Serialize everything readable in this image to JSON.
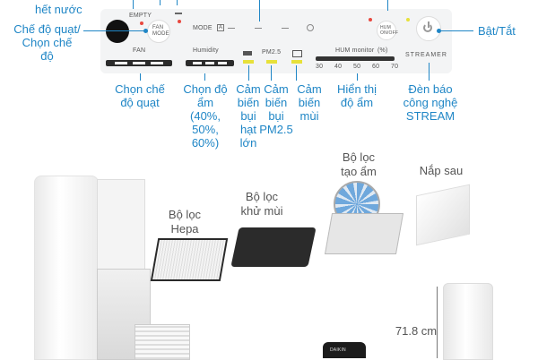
{
  "callouts": {
    "water_empty": "hết nước",
    "fan_mode": "Chế độ quạt/\nChọn chế\nđộ",
    "power": "Bật/Tắt",
    "fan_select": "Chọn chế\nđộ quạt",
    "humidity_select": "Chọn độ\nẩm\n(40%,\n50%,\n60%)",
    "dust_sensor": "Cảm\nbiến\nbụi\nhạt\nlớn",
    "pm25_sensor": "Cảm\nbiến\nbụi\nPM2.5",
    "odor_sensor": "Cảm\nbiến\nmùi",
    "humidity_display": "Hiển thị\nđộ ẩm",
    "streamer_light": "Đèn báo\ncông nghệ\nSTREAM"
  },
  "panel": {
    "empty": "EMPTY",
    "fan_mode_btn": "FAN\nMODE",
    "mode": "MODE",
    "mode_a": "A",
    "fan": "FAN",
    "humidity": "Humidity",
    "pm25": "PM2.5",
    "hum_monitor": "HUM monitor",
    "hum_unit": "(%)",
    "hum_scale": [
      "30",
      "40",
      "50",
      "60",
      "70"
    ],
    "hum_onoff": "HUM\nON/OFF",
    "streamer": "STREAMER"
  },
  "products": {
    "hepa_filter": "Bộ lọc\nHepa",
    "deodor_filter": "Bộ lọc\nkhử mùi",
    "humid_filter": "Bộ lọc\ntạo ẩm",
    "back_cover": "Nắp sau",
    "height": "71.8 cm",
    "remote_brand": "DAIKIN"
  },
  "colors": {
    "accent": "#1f86c6",
    "panel_bg": "#f3f4f5",
    "bar": "#2b2b2b",
    "led_red": "#e8483f",
    "led_yellow": "#e7e13a"
  }
}
